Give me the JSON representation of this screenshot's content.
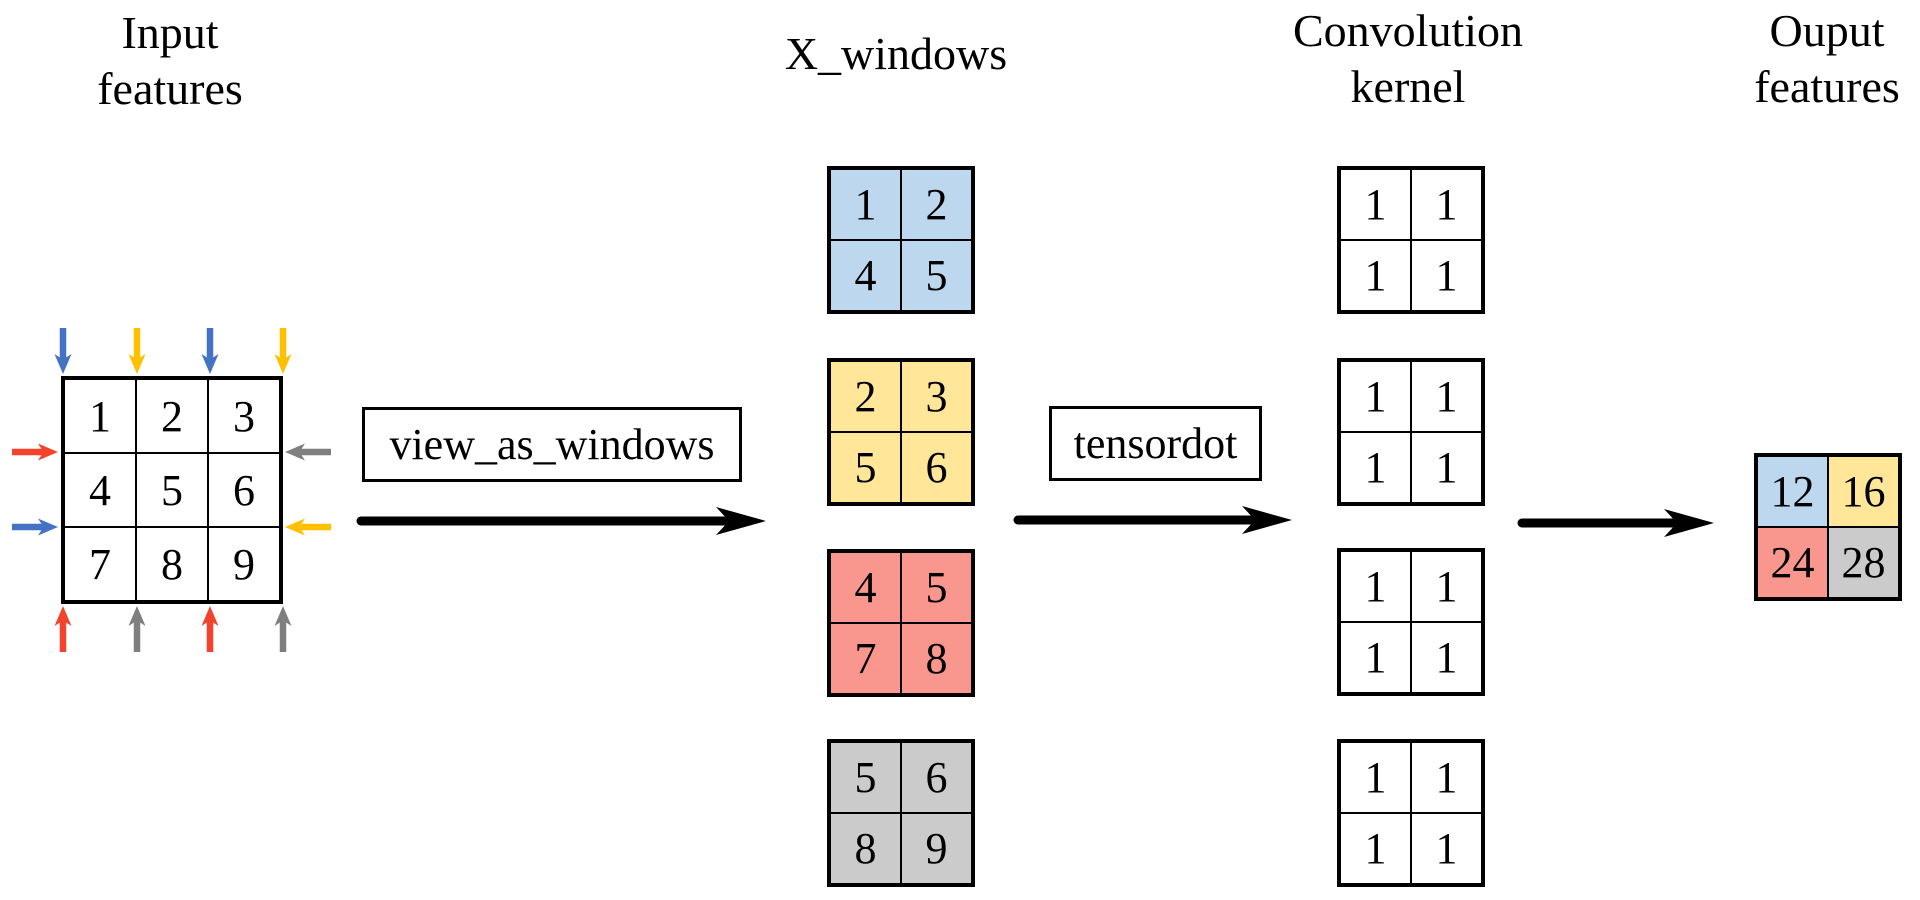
{
  "titles": {
    "input_line1": "Input",
    "input_line2": "features",
    "xwindows": "X_windows",
    "kernel_line1": "Convolution",
    "kernel_line2": "kernel",
    "output_line1": "Ouput",
    "output_line2": "features"
  },
  "operations": {
    "step1": "view_as_windows",
    "step2": "tensordot"
  },
  "input_grid": {
    "values": [
      [
        "1",
        "2",
        "3"
      ],
      [
        "4",
        "5",
        "6"
      ],
      [
        "7",
        "8",
        "9"
      ]
    ]
  },
  "input_arrows": {
    "top": [
      "blue",
      "yellow",
      "blue",
      "yellow"
    ],
    "bottom": [
      "red",
      "gray",
      "red",
      "gray"
    ],
    "left": [
      "red",
      "blue"
    ],
    "right": [
      "gray",
      "yellow"
    ]
  },
  "x_windows": {
    "grids": [
      {
        "id": "window-1",
        "color": "blue",
        "values": [
          [
            "1",
            "2"
          ],
          [
            "4",
            "5"
          ]
        ]
      },
      {
        "id": "window-2",
        "color": "yellow",
        "values": [
          [
            "2",
            "3"
          ],
          [
            "5",
            "6"
          ]
        ]
      },
      {
        "id": "window-3",
        "color": "red",
        "values": [
          [
            "4",
            "5"
          ],
          [
            "7",
            "8"
          ]
        ]
      },
      {
        "id": "window-4",
        "color": "gray",
        "values": [
          [
            "5",
            "6"
          ],
          [
            "8",
            "9"
          ]
        ]
      }
    ]
  },
  "kernels": {
    "grids": [
      {
        "values": [
          [
            "1",
            "1"
          ],
          [
            "1",
            "1"
          ]
        ]
      },
      {
        "values": [
          [
            "1",
            "1"
          ],
          [
            "1",
            "1"
          ]
        ]
      },
      {
        "values": [
          [
            "1",
            "1"
          ],
          [
            "1",
            "1"
          ]
        ]
      },
      {
        "values": [
          [
            "1",
            "1"
          ],
          [
            "1",
            "1"
          ]
        ]
      }
    ]
  },
  "output_grid": {
    "cells": [
      {
        "value": "12",
        "color": "blue"
      },
      {
        "value": "16",
        "color": "yellow"
      },
      {
        "value": "24",
        "color": "red"
      },
      {
        "value": "28",
        "color": "gray"
      }
    ]
  },
  "colors": {
    "arrow": {
      "blue": "#4472C4",
      "yellow": "#FFC000",
      "red": "#F4432C",
      "gray": "#7F7F7F",
      "black": "#000000"
    },
    "cell": {
      "blue": "#BDD7EE",
      "yellow": "#FFE699",
      "red": "#F9968D",
      "gray": "#CBCBCB"
    }
  }
}
